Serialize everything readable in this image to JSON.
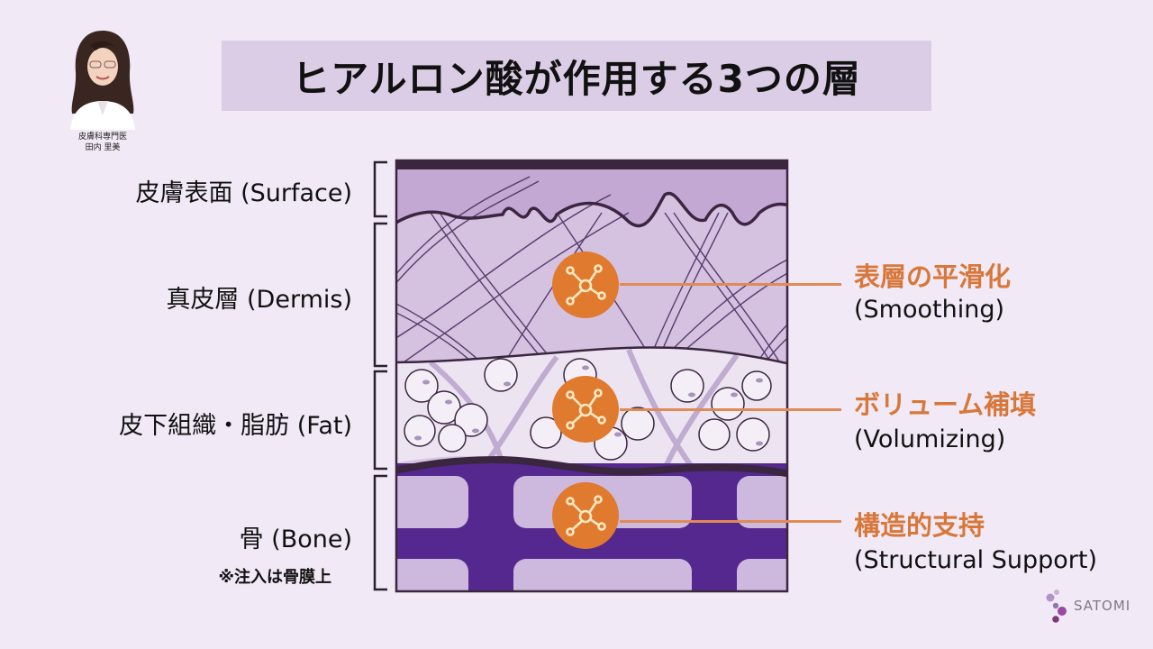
{
  "title": "ヒアルロン酸が作用する3つの層",
  "presenter": {
    "role": "皮膚科専門医",
    "name": "田内 里美"
  },
  "layers": [
    {
      "label": "皮膚表面 (Surface)"
    },
    {
      "label": "真皮層 (Dermis)"
    },
    {
      "label": "皮下組織・脂肪 (Fat)"
    },
    {
      "label": "骨 (Bone)"
    }
  ],
  "bone_note": "※注入は骨膜上",
  "effects": [
    {
      "jp": "表層の平滑化",
      "en": "(Smoothing)",
      "icon": "molecule-icon"
    },
    {
      "jp": "ボリューム補填",
      "en": "(Volumizing)",
      "icon": "molecule-icon"
    },
    {
      "jp": "構造的支持",
      "en": "(Structural Support)",
      "icon": "molecule-icon"
    }
  ],
  "brand": "SATOMI",
  "colors": {
    "background": "#f1e9f5",
    "title_box": "#dccde6",
    "accent_orange": "#e07a2e",
    "effect_text": "#d8773a",
    "bone_purple": "#55288f",
    "outline": "#3b2640"
  }
}
